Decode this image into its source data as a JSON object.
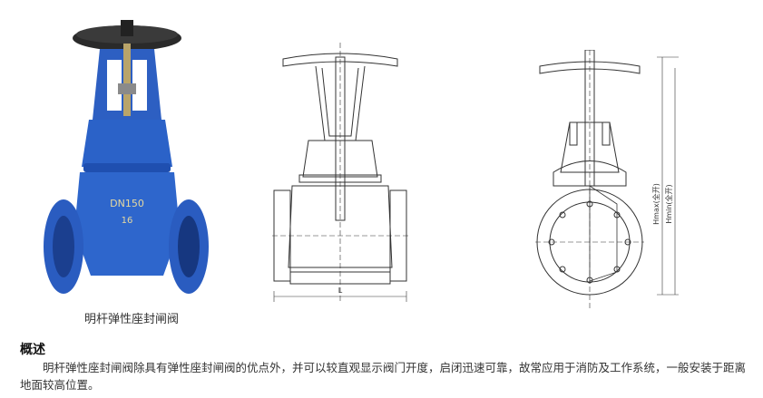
{
  "product": {
    "caption": "明杆弹性座封闸阀",
    "body_marking_size": "DN150",
    "body_marking_pressure": "16"
  },
  "drawings": {
    "front_dimension_label": "L",
    "side_hmax_label": "Hmax(全开)",
    "side_hmin_label": "Hmin(全开)"
  },
  "overview": {
    "title": "概述",
    "text": "明杆弹性座封闸阀除具有弹性座封闸阀的优点外，并可以较直观显示阀门开度，启闭迅速可靠，故常应用于消防及工作系统，一般安装于距离地面较高位置。"
  }
}
